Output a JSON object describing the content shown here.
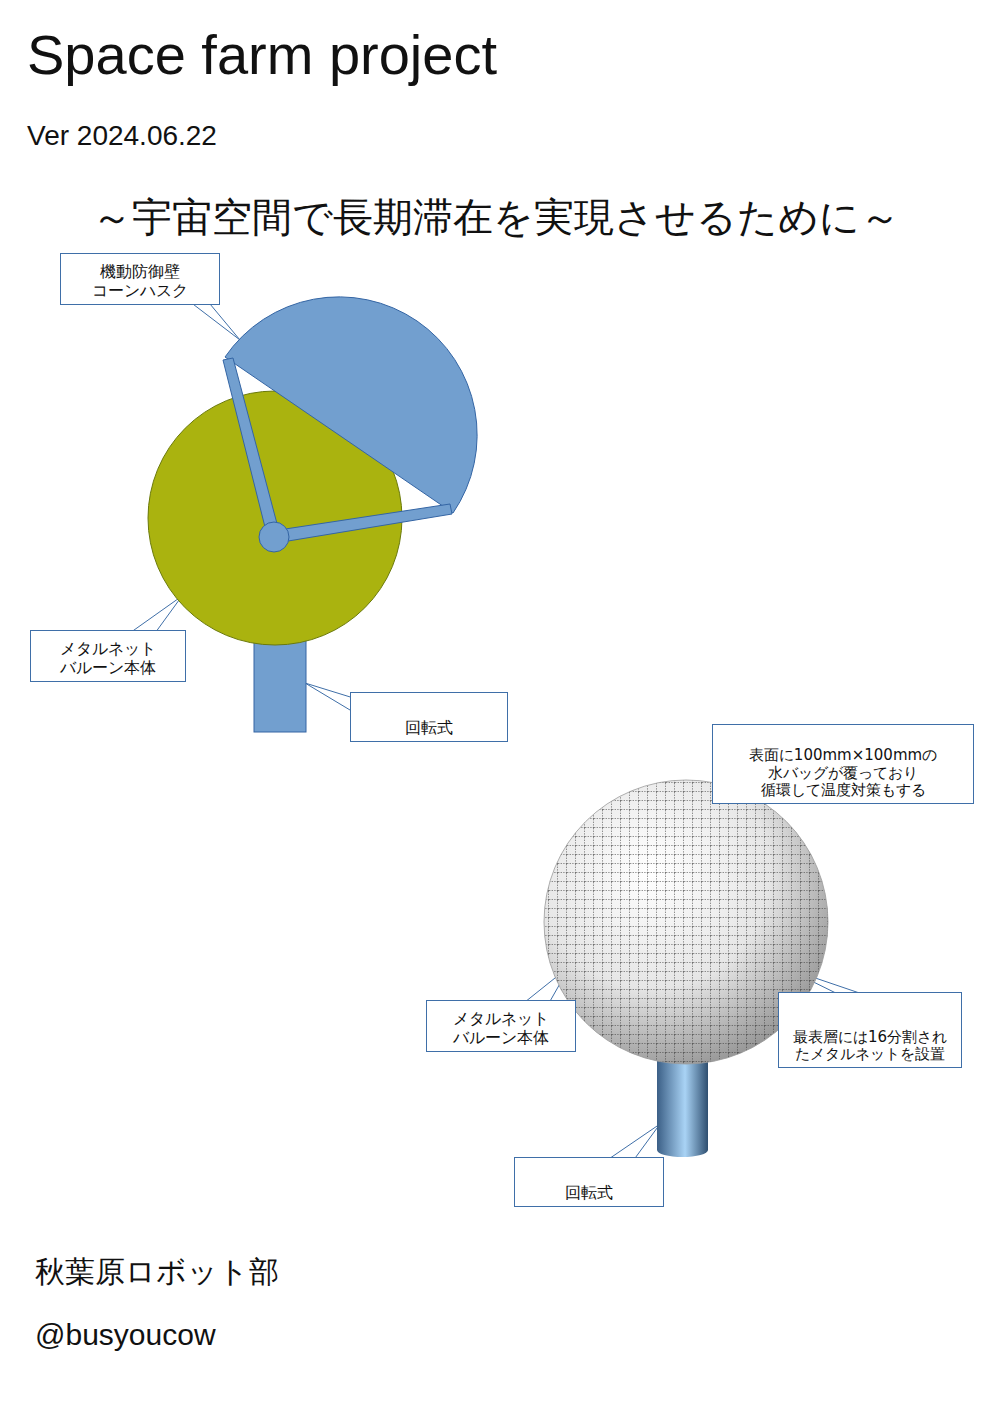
{
  "diagram": {
    "title": "Space farm project",
    "nodes": [
      {
        "text": [
          "機動防御壁 コーンハスク"
        ]
      },
      {
        "text": [
          "メタルネット バルーン本体"
        ]
      },
      {
        "text": [
          "回転式"
        ]
      },
      {
        "text": [
          "表面に100mm×100mmの 水バッグが覆っており 循環して温度対策もする"
        ]
      },
      {
        "text": [
          "メタルネット バルーン本体"
        ]
      },
      {
        "text": [
          "最表層には16分割されたメタルネットを設置"
        ]
      },
      {
        "text": [
          "回転式"
        ]
      }
    ],
    "labels": [
      "Ver 2024.06.22",
      "～宇宙空間で長期滞在を実現させるために～",
      "秋葉原ロボット部",
      "@busyoucow"
    ]
  }
}
